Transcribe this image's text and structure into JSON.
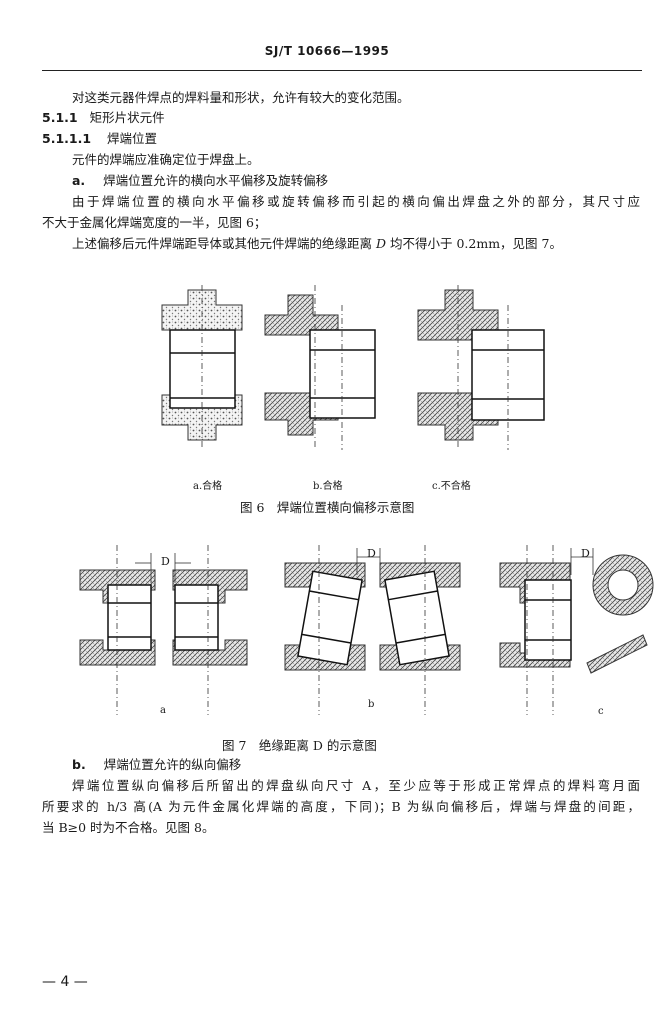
{
  "header": {
    "title": "SJ/T 10666—1995"
  },
  "body": {
    "l1": "对这类元器件焊点的焊料量和形状，允许有较大的变化范围。",
    "s511_num": "5.1.1",
    "s511_title": "矩形片状元件",
    "s5111_num": "5.1.1.1",
    "s5111_title": "焊端位置",
    "l4": "元件的焊端应准确定位于焊盘上。",
    "a_label": "a.",
    "a_title": "焊端位置允许的横向水平偏移及旋转偏移",
    "p1_a": "由于焊端位置的横向水平偏移或旋转偏移而引起的横向偏出焊盘之外的部分，其尺寸应",
    "p1_b": "不大于金属化焊端宽度的一半，见图 6；",
    "p2_a": "上述偏移后元件焊端距导体或其他元件焊端的绝缘距离 ",
    "p2_D": "D",
    "p2_b": " 均不得小于 0.2mm，见图 7。",
    "b_label": "b.",
    "b_title": "焊端位置允许的纵向偏移",
    "p3_a": "焊端位置纵向偏移后所留出的焊盘纵向尺寸 A，至少应等于形成正常焊点的焊料弯月面",
    "p3_b": "所要求的 h/3 高(A 为元件金属化焊端的高度，下同)；B 为纵向偏移后，焊端与焊盘的间距，",
    "p3_c": "当 B≥0 时为不合格。见图 8。"
  },
  "fig6": {
    "sub_a": "a.合格",
    "sub_b": "b.合格",
    "sub_c": "c.不合格",
    "caption": "图 6　焊端位置横向偏移示意图"
  },
  "fig7": {
    "D_label": "D",
    "sub_a": "a",
    "sub_b": "b",
    "sub_c": "c",
    "caption": "图 7　绝缘距离 D 的示意图"
  },
  "footer": {
    "page": "— 4 —"
  }
}
